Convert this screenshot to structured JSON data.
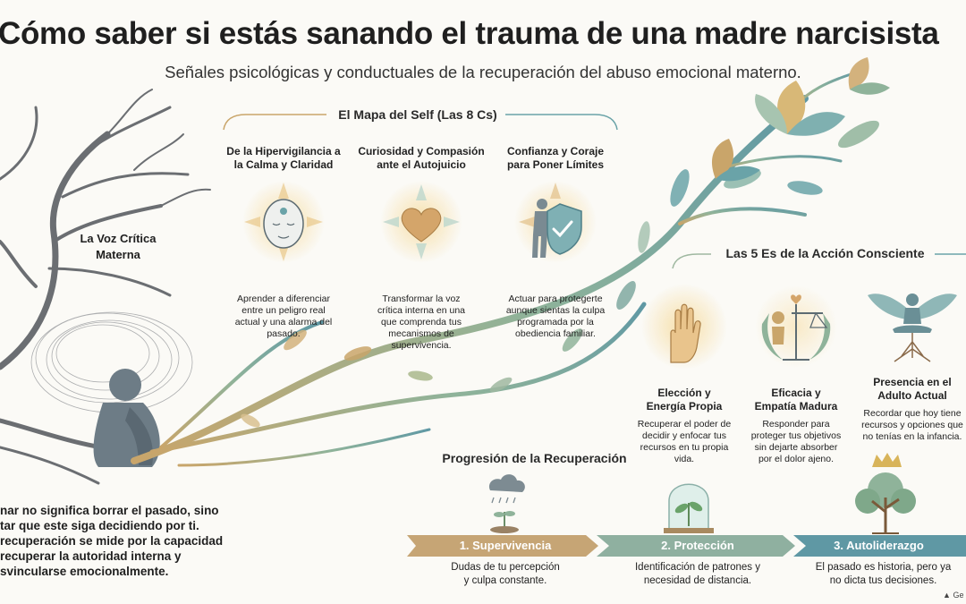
{
  "header": {
    "title": "Cómo saber si estás sanando el trauma de una madre narcisista",
    "subtitle": "Señales psicológicas y conductuales de la recuperación del abuso emocional materno."
  },
  "left": {
    "voice_label_line1": "La Voz Crítica",
    "voice_label_line2": "Materna",
    "quote_lines": [
      "nar no significa borrar el pasado, sino",
      "tar que este siga decidiendo por ti.",
      "recuperación se mide por la capacidad",
      "recuperar la autoridad interna y",
      "svincularse emocionalmente."
    ]
  },
  "self_map": {
    "title": "El Mapa del Self (Las 8 Cs)",
    "cards": [
      {
        "heading": [
          "De la Hipervigilancia a",
          "la Calma y Claridad"
        ],
        "text": [
          "Aprender a diferenciar",
          "entre un peligro real",
          "actual y una alarma del",
          "pasado."
        ],
        "icon": "calm-face-icon"
      },
      {
        "heading": [
          "Curiosidad y Compasión",
          "ante el Autojuicio"
        ],
        "text": [
          "Transformar la voz",
          "crítica interna en una",
          "que comprenda tus",
          "mecanismos de",
          "supervivencia."
        ],
        "icon": "heart-icon"
      },
      {
        "heading": [
          "Confianza y Coraje",
          "para Poner Límites"
        ],
        "text": [
          "Actuar para protegerte",
          "aunque sientas la culpa",
          "programada por la",
          "obediencia familiar."
        ],
        "icon": "shield-person-icon"
      }
    ]
  },
  "five_es": {
    "title": "Las 5 Es de la Acción Consciente",
    "cards": [
      {
        "heading": [
          "Elección y",
          "Energía Propia"
        ],
        "text": [
          "Recuperar el poder de",
          "decidir y enfocar tus",
          "recursos en tu propia",
          "vida."
        ],
        "icon": "open-hand-icon"
      },
      {
        "heading": [
          "Eficacia y",
          "Empatía Madura"
        ],
        "text": [
          "Responder para",
          "proteger tus objetivos",
          "sin dejarte absorber",
          "por el dolor ajeno."
        ],
        "icon": "balance-scale-icon"
      },
      {
        "heading": [
          "Presencia en el",
          "Adulto Actual"
        ],
        "text": [
          "Recordar que hoy tiene",
          "recursos y opciones que",
          "no tenías en la infancia."
        ],
        "icon": "meditating-figure-icon"
      }
    ]
  },
  "progression": {
    "title": "Progresión de la Recuperación",
    "stages": [
      {
        "label": "1. Supervivencia",
        "desc": [
          "Dudas de tu percepción",
          "y culpa constante."
        ],
        "icon": "rain-cloud-sprout-icon"
      },
      {
        "label": "2. Protección",
        "desc": [
          "Identificación de patrones y",
          "necesidad de distancia."
        ],
        "icon": "glass-dome-plant-icon"
      },
      {
        "label": "3. Autoliderazgo",
        "desc": [
          "El pasado es historia, pero ya",
          "no dicta tus decisiones."
        ],
        "icon": "crowned-tree-icon"
      }
    ]
  },
  "footer": {
    "brand": "Ge"
  },
  "colors": {
    "gold": "#c9a56a",
    "teal": "#6aa3a8",
    "sage": "#8fb39a",
    "stage1": "#c6a575",
    "stage2": "#8fb0a0",
    "stage3": "#5f98a4"
  }
}
